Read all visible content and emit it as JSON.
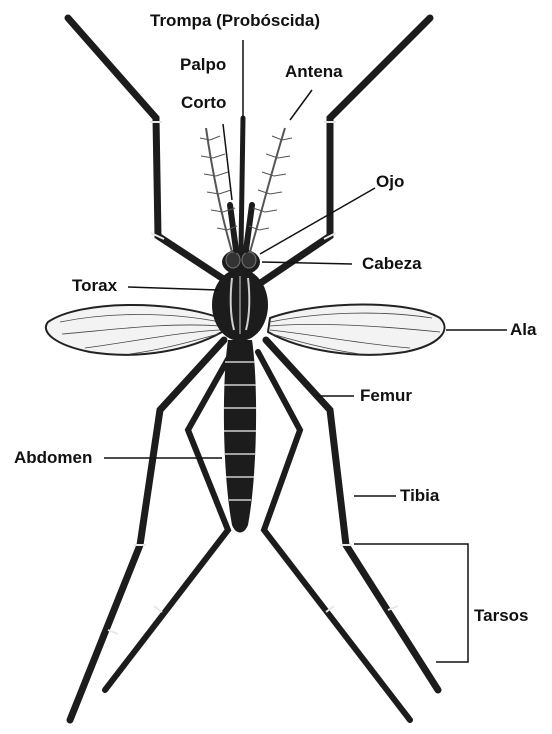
{
  "labels": {
    "proboscis": "Trompa (Probóscida)",
    "palp_line1": "Palpo",
    "palp_line2": "Corto",
    "antenna": "Antena",
    "eye": "Ojo",
    "head": "Cabeza",
    "thorax": "Torax",
    "wing": "Ala",
    "femur": "Femur",
    "abdomen": "Abdomen",
    "tibia": "Tibia",
    "tarsi": "Tarsos"
  },
  "colors": {
    "ink": "#111111",
    "body": "#1c1c1c",
    "wing_fill": "#f3f3f3",
    "leg_band": "#e8e8e8"
  }
}
